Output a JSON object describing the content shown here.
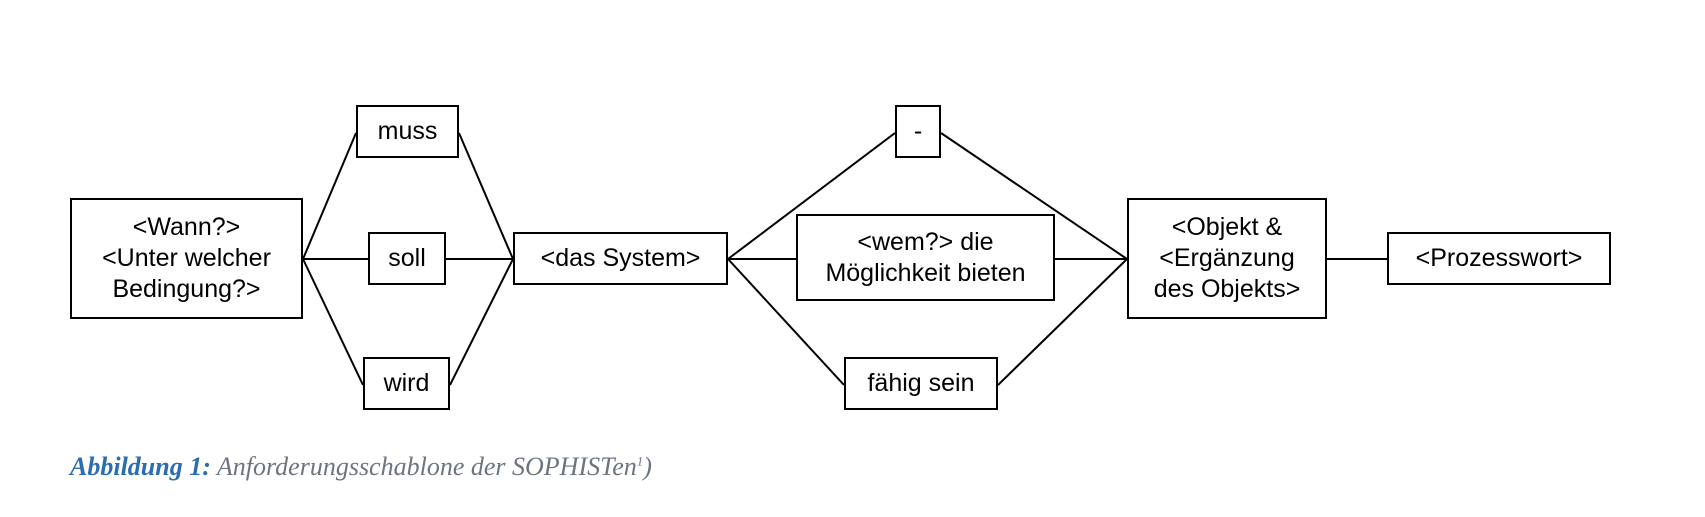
{
  "diagram": {
    "boxes": {
      "when": "<Wann?>\n<Unter welcher\nBedingung?>",
      "muss": "muss",
      "soll": "soll",
      "wird": "wird",
      "system": "<das System>",
      "dash": "-",
      "wem": "<wem?> die\nMöglichkeit bieten",
      "faehig": "fähig sein",
      "objekt": "<Objekt &\n<Ergänzung\ndes Objekts>",
      "prozesswort": "<Prozesswort>"
    }
  },
  "caption": {
    "label": "Abbildung 1:",
    "text": "Anforderungsschablone der SOPHISTen",
    "footnote_mark": "1",
    "suffix": ")"
  },
  "colors": {
    "caption_label": "#2b6cb3",
    "caption_text": "#6b7580",
    "stroke": "#000000"
  }
}
